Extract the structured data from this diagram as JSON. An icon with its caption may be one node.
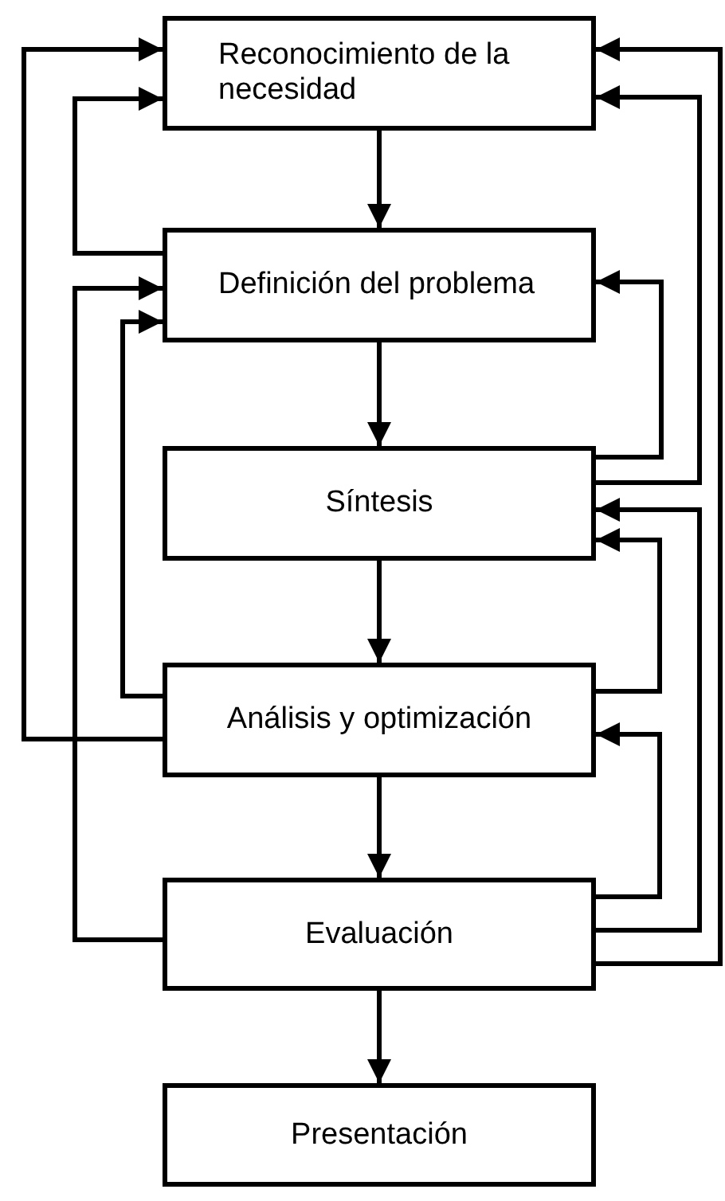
{
  "diagram": {
    "nodes": [
      {
        "text": [
          "Reconocimiento de la necesidad"
        ]
      },
      {
        "text": [
          "Definición del problema"
        ]
      },
      {
        "text": [
          "Síntesis"
        ]
      },
      {
        "text": [
          "Análisis y optimización"
        ]
      },
      {
        "text": [
          "Evaluación"
        ]
      },
      {
        "text": [
          "Presentación"
        ]
      }
    ],
    "edges": [
      {
        "from": 0,
        "to": 1,
        "arrow": "to"
      },
      {
        "from": 1,
        "to": 2,
        "arrow": "to"
      },
      {
        "from": 2,
        "to": 3,
        "arrow": "to"
      },
      {
        "from": 3,
        "to": 4,
        "arrow": "to"
      },
      {
        "from": 4,
        "to": 5,
        "arrow": "to"
      },
      {
        "from": 1,
        "to": 0,
        "arrow": "to"
      },
      {
        "from": 3,
        "to": 0,
        "arrow": "to"
      },
      {
        "from": 3,
        "to": 1,
        "arrow": "to"
      },
      {
        "from": 4,
        "to": 1,
        "arrow": "to"
      },
      {
        "from": 2,
        "to": 1,
        "arrow": "to"
      },
      {
        "from": 2,
        "to": 0,
        "arrow": "to"
      },
      {
        "from": 3,
        "to": 2,
        "arrow": "to"
      },
      {
        "from": 4,
        "to": 0,
        "arrow": "to"
      },
      {
        "from": 4,
        "to": 2,
        "arrow": "to"
      },
      {
        "from": 4,
        "to": 3,
        "arrow": "to"
      }
    ]
  }
}
